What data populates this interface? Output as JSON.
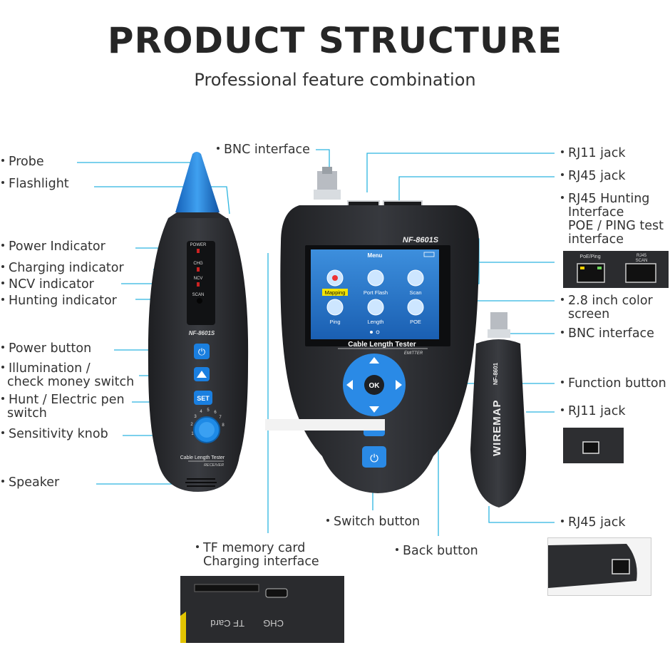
{
  "header": {
    "title": "PRODUCT STRUCTURE",
    "subtitle": "Professional feature combination"
  },
  "left_labels": {
    "probe": "Probe",
    "flashlight": "Flashlight",
    "power_indicator": "Power Indicator",
    "charging_indicator": "Charging indicator",
    "ncv_indicator": "NCV indicator",
    "hunting_indicator": "Hunting indicator",
    "power_button": "Power button",
    "illumination_1": "Illumination /",
    "illumination_2": "check money switch",
    "hunt_1": "Hunt / Electric pen",
    "hunt_2": "switch",
    "sensitivity": "Sensitivity knob",
    "speaker": "Speaker"
  },
  "center_labels": {
    "bnc_top": "BNC interface",
    "switch_button": "Switch button",
    "back_button": "Back button",
    "tf_1": "TF memory card",
    "tf_2": "Charging interface"
  },
  "right_labels": {
    "rj11_top": "RJ11 jack",
    "rj45_top": "RJ45 jack",
    "rj45_hunting_1": "RJ45 Hunting",
    "rj45_hunting_2": "Interface",
    "poe_1": "POE / PING test",
    "poe_2": "interface",
    "screen_1": "2.8 inch color",
    "screen_2": "screen",
    "bnc_right": "BNC interface",
    "function_button": "Function button",
    "rj11_right": "RJ11 jack",
    "rj45_right": "RJ45 jack"
  },
  "receiver": {
    "power": "POWER",
    "chg": "CHG",
    "ncv": "NCV",
    "scan": "SCAN",
    "model": "NF-8601S",
    "set": "SET",
    "brand": "Cable Length Tester",
    "role": "RECEIVER",
    "knob_digits": [
      "1",
      "2",
      "3",
      "4",
      "5",
      "6",
      "7",
      "8"
    ]
  },
  "main_unit": {
    "model": "NF-8601S",
    "menu": "Menu",
    "apps": [
      "Mapping",
      "Port Flash",
      "Scan",
      "Ping",
      "Length",
      "POE"
    ],
    "brand": "Cable Length Tester",
    "role": "EMITTER",
    "ok": "OK"
  },
  "remote": {
    "model": "NF-8601",
    "name": "WIREMAP"
  },
  "inset_poe": {
    "left": "PoE/Ping",
    "right_1": "RJ45",
    "right_2": "SCAN"
  },
  "inset_tf": {
    "tf": "TF Card",
    "chg": "CHG"
  },
  "colors": {
    "accent": "#1a8fe0",
    "leader_line": "#2cb5e0",
    "device_body": "#2d2f33",
    "screen_bg": "#2a7fd0"
  }
}
